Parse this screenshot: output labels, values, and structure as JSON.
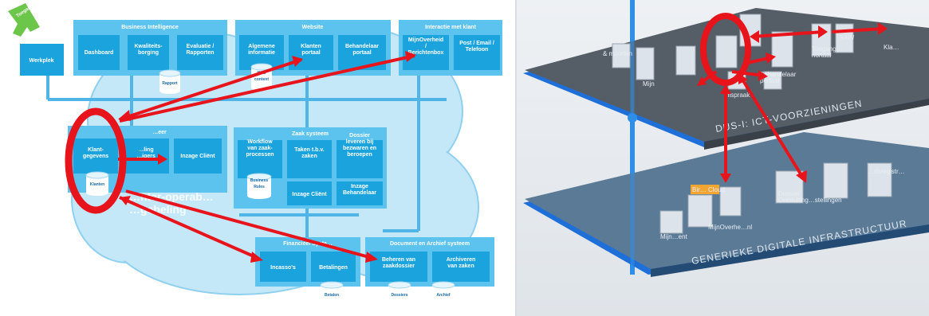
{
  "left_diagram": {
    "badge": "Toegang",
    "werkplek": "Werkplek",
    "business_intelligence": {
      "title": "Business Intelligence",
      "boxes": [
        "Dashboard",
        "Kwaliteits-\nborging",
        "Evaluatie /\nRapporten"
      ],
      "db": "Rapport"
    },
    "website": {
      "title": "Website",
      "boxes": [
        "Algemene\ninformatie",
        "Klanten\nportaal",
        "Behandelaar\nportaal"
      ],
      "db": "Web\ncontent"
    },
    "interactie": {
      "title": "Interactie met klant",
      "boxes": [
        "MijnOverheid\n/\nBerichtenbox",
        "Post / Email /\nTelefoon"
      ]
    },
    "klant": {
      "title": "…eer",
      "boxes": [
        "Klant-\ngegevens",
        "…ling\n…igers",
        "Inzage Cliënt"
      ],
      "db": "Klanten"
    },
    "zaak": {
      "title": "Zaak systeem",
      "boxes": [
        "Workflow\nvan zaak-\nprocessen",
        "Taken t.b.v.\nzaken",
        "Dossier\nleveren bij\nbezwaren en\nberoepen",
        "Inzage Cliënt",
        "Inzage\nBehandelaar"
      ],
      "db": "Business\nRules"
    },
    "ghost": [
      "…nter-operab…",
      "…gebeling"
    ],
    "financieel": {
      "title": "Financieel Syste…",
      "boxes": [
        "Incasso's",
        "Betalingen"
      ],
      "db": "Betalen"
    },
    "document": {
      "title": "Document en Archief systeem",
      "boxes": [
        "Beheren van\nzaakdossier",
        "Archiveren\nvan zaken"
      ],
      "dbs": [
        "Dossiers",
        "Archief"
      ]
    }
  },
  "right_diagram": {
    "upper_layer": "DUS-I: ICT-VOORZIENINGEN",
    "lower_layer": "GENERIEKE DIGITALE INFRASTRUCTUUR",
    "upper_nodes": [
      "& moorten",
      "Mijn",
      "nispraak",
      "Behandelaar\nportaal",
      "Toegang\nnortaal",
      "SAP/",
      "Kla…"
    ],
    "lower_nodes": [
      "Mijn…ent",
      "MijnOverhe…nl",
      "Dossier\nOntsluiting…stellingen",
      "…dsregistr…"
    ],
    "cloud_label": "Bir… Cloud"
  },
  "colors": {
    "box": "#1aa3dd",
    "frame": "#5cc3ee",
    "cloud": "#bfe6f7",
    "highlight": "#e8141c",
    "connector": "#4fb5e6",
    "upper_platform": "#555d66",
    "lower_platform": "#5b7a96",
    "platform_edge": "#1f6fd8",
    "badge": "#6cc64a"
  }
}
